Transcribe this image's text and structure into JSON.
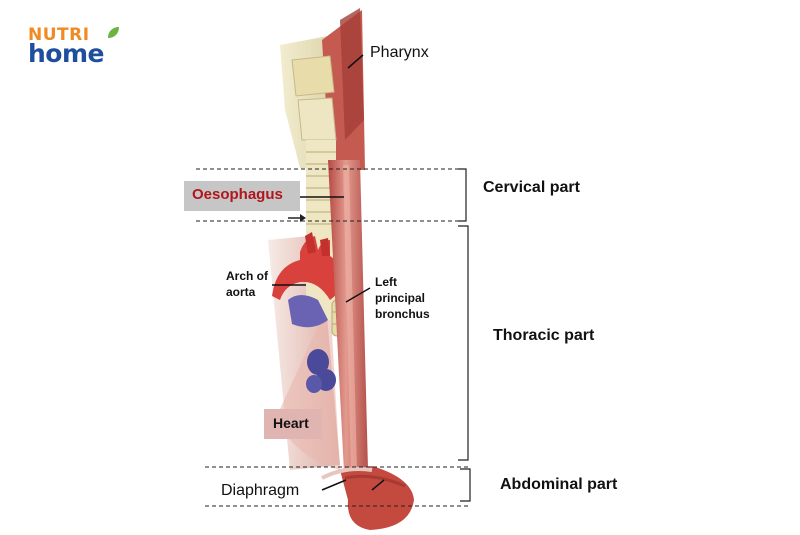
{
  "logo": {
    "line1": "NUTRI",
    "line2": "home"
  },
  "labels": {
    "pharynx": "Pharynx",
    "oesophagus": "Oesophagus",
    "cervical_part": "Cervical part",
    "thoracic_part": "Thoracic part",
    "abdominal_part": "Abdominal part",
    "arch_of_aorta": "Arch of aorta",
    "left_principal_bronchus": "Left principal bronchus",
    "heart": "Heart",
    "diaphragm": "Diaphragm"
  },
  "colors": {
    "oesophagus_label": "#b0161c",
    "oesophagus_label_bg": "#c6c6c6",
    "heart_label_bg": "#e0b4b0",
    "muscle": "#d9776c",
    "cartilage": "#e9e2b8",
    "aorta": "#d9413c",
    "vein": "#4b4a9a",
    "logo_orange": "#f08a24",
    "logo_blue": "#1f4e9c",
    "logo_leaf": "#6cb33f"
  }
}
